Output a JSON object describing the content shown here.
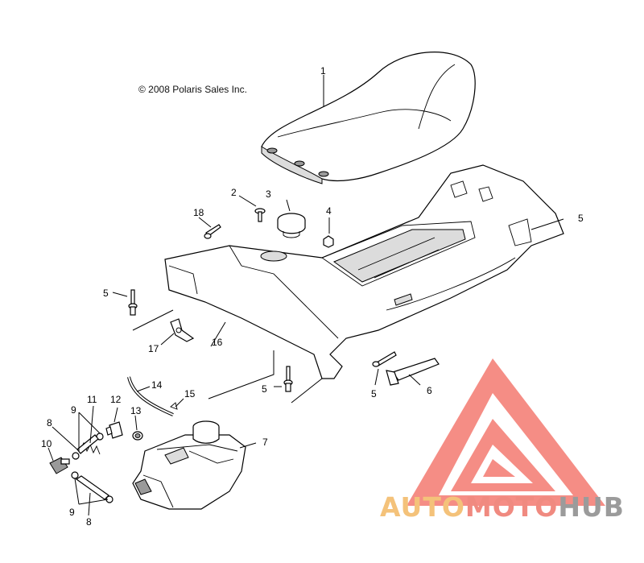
{
  "copyright": "© 2008 Polaris Sales Inc.",
  "logo": {
    "part1": "AUTO",
    "part2": "MOTO",
    "part3": "HUB",
    "colors": {
      "auto": "#f4c27a",
      "moto": "#f08a80",
      "hub": "#9b9b9b",
      "triangle": "#f06a5e"
    }
  },
  "callouts": [
    "1",
    "2",
    "3",
    "4",
    "5",
    "5",
    "5",
    "5",
    "6",
    "7",
    "8",
    "8",
    "9",
    "9",
    "10",
    "11",
    "12",
    "13",
    "14",
    "15",
    "16",
    "17",
    "18"
  ]
}
